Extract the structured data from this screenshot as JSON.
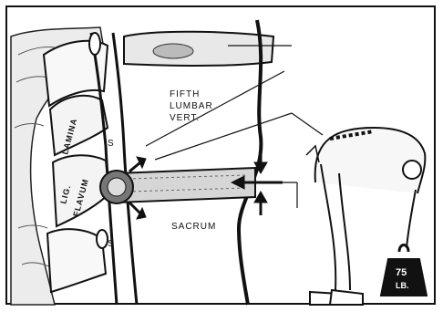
{
  "labels": {
    "fifth_line1": "FIFTH",
    "fifth_line2": "LUMBAR",
    "fifth_line3": "VERT.",
    "sacrum": "SACRUM",
    "lamina": "LAMINA",
    "lig_line1": "LIG.",
    "lig_line2": "FLAVUM",
    "s_upper": "S",
    "s_lower": "S",
    "weight_line1": "75",
    "weight_line2": "LB."
  }
}
